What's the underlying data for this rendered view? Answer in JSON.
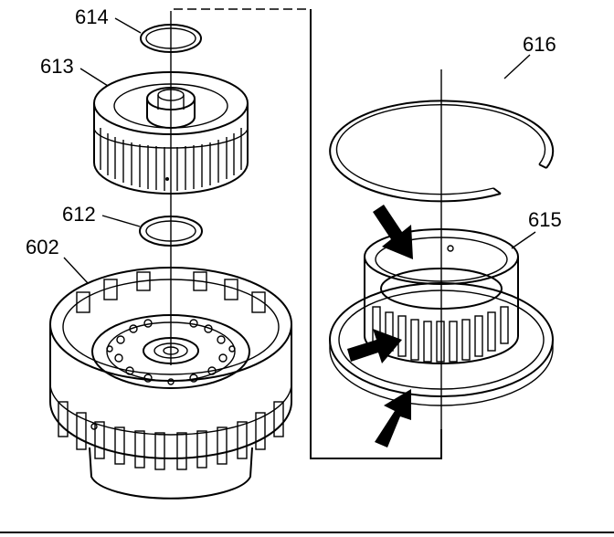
{
  "callouts": {
    "c614": "614",
    "c613": "613",
    "c612": "612",
    "c602": "602",
    "c616": "616",
    "c615": "615"
  },
  "parts": [
    {
      "id": "614",
      "name": "snap-ring"
    },
    {
      "id": "613",
      "name": "hub-with-splines"
    },
    {
      "id": "612",
      "name": "snap-ring"
    },
    {
      "id": "602",
      "name": "clutch-housing"
    },
    {
      "id": "616",
      "name": "retaining-ring"
    },
    {
      "id": "615",
      "name": "splined-drum"
    }
  ],
  "arrows": 3
}
